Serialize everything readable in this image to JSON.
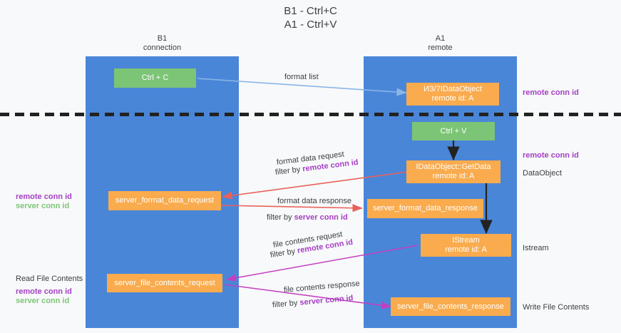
{
  "title": {
    "line1": "B1 - Ctrl+C",
    "line2": "A1 - Ctrl+V"
  },
  "columns": [
    {
      "name": "B1",
      "role": "connection"
    },
    {
      "name": "A1",
      "role": "remote"
    }
  ],
  "colors": {
    "lane": "#4a86d8",
    "green_box": "#7cc576",
    "orange_box": "#f9ab4e",
    "remote_conn_id": "#a43fc4",
    "server_conn_id": "#7cc576",
    "arrow_blue": "#8ab6e8",
    "arrow_black": "#222222",
    "arrow_red": "#e8615a",
    "arrow_magenta": "#c43fbf"
  },
  "boxes": {
    "ctrl_c": {
      "label": "Ctrl + C"
    },
    "remote_dataobject": {
      "line1": "ИЗ/7IDataObject",
      "line2": "remote id: A"
    },
    "ctrl_v": {
      "label": "Ctrl + V"
    },
    "getdata": {
      "line1": "IDataObject::GetData",
      "line2": "remote id: A"
    },
    "server_format_data_request": {
      "label": "server_format_data_request"
    },
    "server_format_data_response": {
      "label": "server_format_data_response"
    },
    "istream": {
      "line1": "IStream",
      "line2": "remote id: A"
    },
    "server_file_contents_request": {
      "label": "server_file_contents_request"
    },
    "server_file_contents_response": {
      "label": "server_file_contents_response"
    }
  },
  "arrow_labels": {
    "format_list": "format list",
    "format_data_request": "format data request",
    "format_data_request_filter_prefix": "filter by ",
    "format_data_request_filter_value": "remote conn id",
    "format_data_response": "format data response",
    "format_data_response_filter_prefix": "filter by ",
    "format_data_response_filter_value": "server conn id",
    "file_contents_request": "file contents request",
    "file_contents_request_filter_prefix": "filter by ",
    "file_contents_request_filter_value": "remote conn id",
    "file_contents_response": "file contents response",
    "file_contents_response_filter_prefix": "filter by ",
    "file_contents_response_filter_value": "server conn id"
  },
  "side_labels": {
    "right_remote_conn_id_top": "remote conn id",
    "right_remote_conn_id_mid": "remote conn id",
    "right_dataobject": "DataObject",
    "right_istream": "Istream",
    "right_write_file_contents": "Write File Contents",
    "left_remote_conn_id": "remote conn id",
    "left_server_conn_id": "server conn id",
    "left_read_file_contents": "Read File Contents",
    "left_remote_conn_id_2": "remote conn id",
    "left_server_conn_id_2": "server conn id"
  }
}
